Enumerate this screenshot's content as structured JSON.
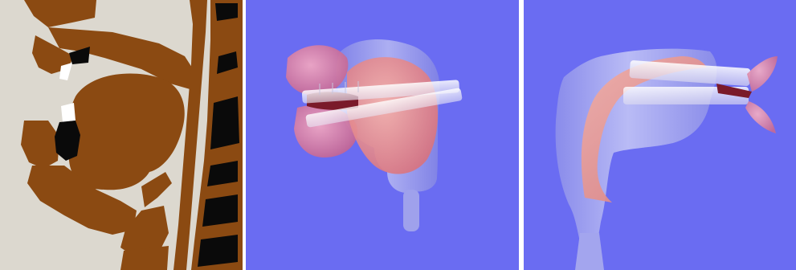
{
  "figure": {
    "panels": [
      {
        "id": "midsagittal-2d",
        "background": "#dcd8cf",
        "colors": {
          "tissue": "#8b4a12",
          "cavity": "#0a0a0a",
          "tooth": "#ffffff"
        }
      },
      {
        "id": "model-3d-front",
        "background": "#6a6cf2",
        "colors": {
          "tract": "#a5a8ee",
          "lips": "#e88aa6",
          "tongue": "#f0a0a0",
          "teeth": "#ffffff"
        }
      },
      {
        "id": "model-3d-side",
        "background": "#6a6cf2",
        "colors": {
          "tract": "#a5a8ee",
          "lips": "#e88aa6",
          "tongue": "#f0a0a0",
          "teeth": "#ffffff"
        }
      }
    ]
  }
}
